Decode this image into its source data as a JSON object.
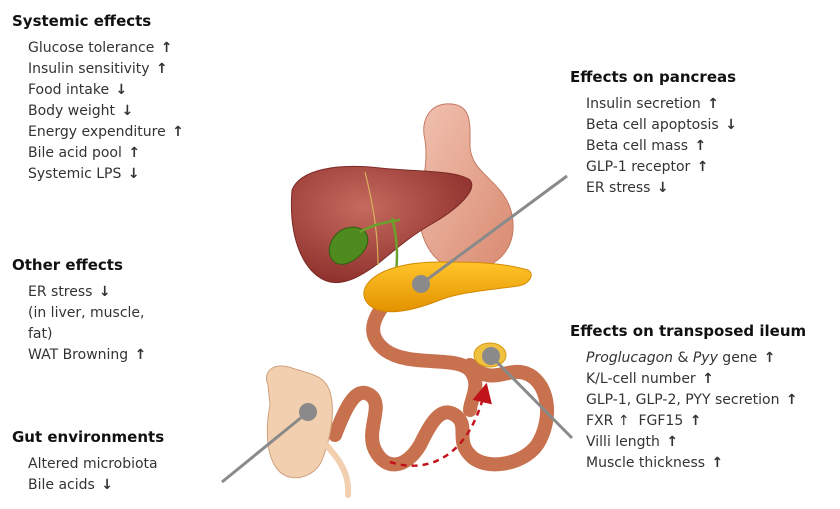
{
  "sections": {
    "systemic": {
      "title": "Systemic effects",
      "items": [
        {
          "text": "Glucose tolerance",
          "arrow": "↑"
        },
        {
          "text": "Insulin sensitivity",
          "arrow": "↑"
        },
        {
          "text": "Food intake",
          "arrow": "↓"
        },
        {
          "text": "Body weight",
          "arrow": "↓"
        },
        {
          "text": "Energy expenditure",
          "arrow": "↑"
        },
        {
          "text": "Bile acid pool",
          "arrow": "↑"
        },
        {
          "text": "Systemic LPS",
          "arrow": "↓"
        }
      ]
    },
    "other": {
      "title": "Other effects",
      "items": [
        {
          "text": "ER stress",
          "arrow": "↓"
        },
        {
          "text": "(in liver, muscle,",
          "arrow": ""
        },
        {
          "text": "fat)",
          "arrow": ""
        },
        {
          "text": "WAT Browning",
          "arrow": "↑"
        }
      ]
    },
    "gut": {
      "title": "Gut environments",
      "items": [
        {
          "text": "Altered microbiota",
          "arrow": ""
        },
        {
          "text": "Bile acids",
          "arrow": "↓"
        }
      ]
    },
    "pancreas": {
      "title": "Effects on pancreas",
      "items": [
        {
          "text": "Insulin secretion",
          "arrow": "↑"
        },
        {
          "text": "Beta cell apoptosis",
          "arrow": "↓"
        },
        {
          "text": "Beta cell mass",
          "arrow": "↑"
        },
        {
          "text": "GLP-1 receptor",
          "arrow": "↑"
        },
        {
          "text": "ER stress",
          "arrow": "↓"
        }
      ]
    },
    "ileum": {
      "title": "Effects on transposed ileum",
      "items": [
        {
          "italic": "Proglucagon",
          "mid": " & ",
          "italic2": "Pyy",
          "text": " gene",
          "arrow": "↑"
        },
        {
          "text": "K/L-cell number",
          "arrow": "↑"
        },
        {
          "text": "GLP-1, GLP-2, PYY secretion",
          "arrow": "↑"
        },
        {
          "text": "FXR ↑  FGF15",
          "arrow": "↑"
        },
        {
          "text": "Villi length",
          "arrow": "↑"
        },
        {
          "text": "Muscle thickness",
          "arrow": "↑"
        }
      ]
    }
  },
  "colors": {
    "liver": "#a8463f",
    "gallbladder": "#4f8a1e",
    "stomach": "#e6a894",
    "pancreas": "#f0a800",
    "intestine": "#c8714e",
    "colon": "#f2cfae",
    "pointer": "#8a8a8a",
    "dashed_arrow": "#c0141a"
  }
}
